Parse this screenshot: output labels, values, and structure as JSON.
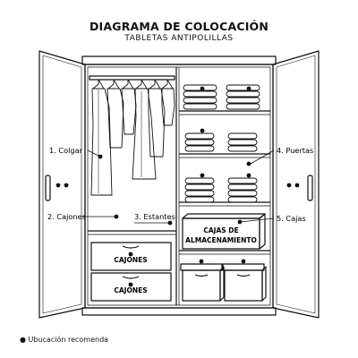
{
  "title": "DIAGRAMA DE COLOCACIÓN",
  "subtitle": "TABLETAS ANTIPOLILLAS",
  "callouts": [
    {
      "id": "colgar",
      "text": "1. Colgar"
    },
    {
      "id": "cajones",
      "text": "2. Cajones"
    },
    {
      "id": "estantes",
      "text": "3. Estantes"
    },
    {
      "id": "puertas",
      "text": "4. Puertas"
    },
    {
      "id": "cajas",
      "text": "5. Cajas"
    }
  ],
  "box_labels": {
    "drawer_top": "CAJONES",
    "drawer_bottom": "CAJONES",
    "storage_box_line1": "CAJAS DE",
    "storage_box_line2": "ALMACENAMIENTO"
  },
  "legend": {
    "icon": "dot-icon",
    "text": "Ubucación recomenda"
  }
}
